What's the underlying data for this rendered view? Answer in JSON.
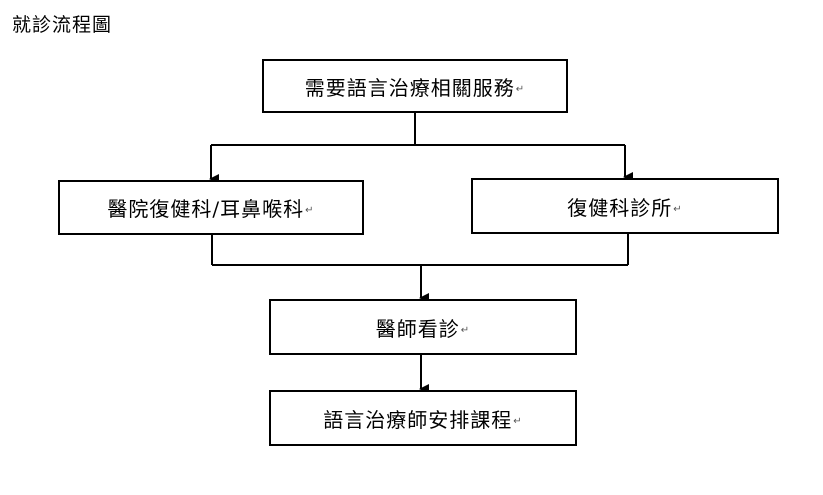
{
  "title": "就診流程圖",
  "paragraph_mark": "↵",
  "nodes": {
    "need": "需要語言治療相關服務",
    "hospital": "醫院復健科/耳鼻喉科",
    "clinic": "復健科診所",
    "doctor": "醫師看診",
    "therapist": "語言治療師安排課程"
  },
  "colors": {
    "line": "#000000",
    "box_border": "#000000",
    "background": "#ffffff"
  }
}
